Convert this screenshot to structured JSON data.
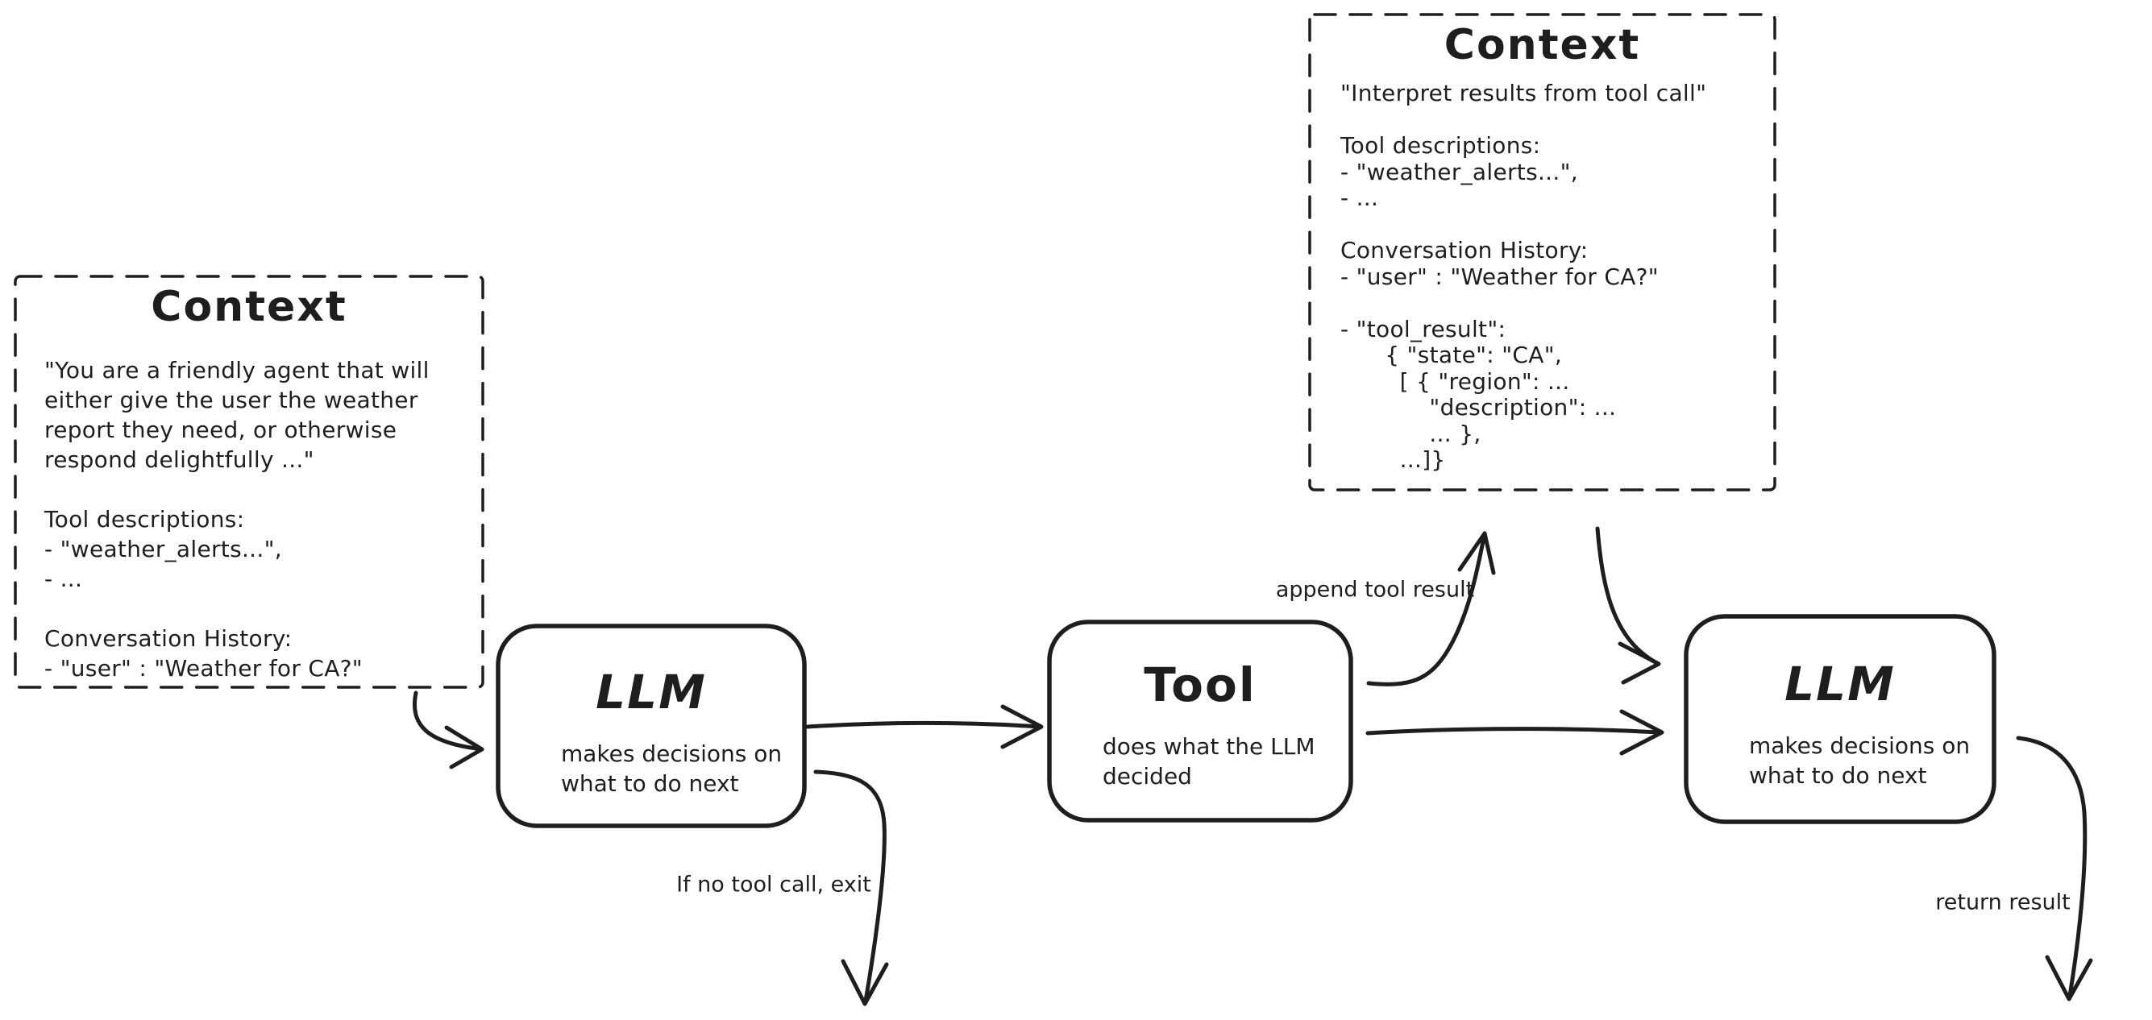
{
  "canvas": {
    "background": "#ffffff",
    "ink": "#1e1e1e"
  },
  "context_left": {
    "title": "Context",
    "body": "\"You are a friendly agent that will\neither give the user the weather\nreport they need, or otherwise\nrespond delightfully ...\"\n\nTool descriptions:\n- \"weather_alerts...\",\n- ...\n\nConversation History:\n- \"user\" : \"Weather for CA?\""
  },
  "context_right": {
    "title": "Context",
    "body": "\"Interpret results from tool call\"\n\nTool descriptions:\n- \"weather_alerts...\",\n- ...\n\nConversation History:\n- \"user\" : \"Weather for CA?\"\n\n- \"tool_result\":\n      { \"state\": \"CA\",\n        [ { \"region\": ...\n            \"description\": ...\n            ... },\n        ...]}"
  },
  "llm_first": {
    "title": "LLM",
    "subtitle": "makes decisions on\nwhat to do next"
  },
  "tool": {
    "title": "Tool",
    "subtitle": "does what the LLM\ndecided"
  },
  "llm_second": {
    "title": "LLM",
    "subtitle": "makes decisions on\nwhat to do next"
  },
  "labels": {
    "append_tool_result": "append tool result",
    "if_no_tool_call_exit": "If no tool call, exit",
    "return_result": "return result"
  }
}
